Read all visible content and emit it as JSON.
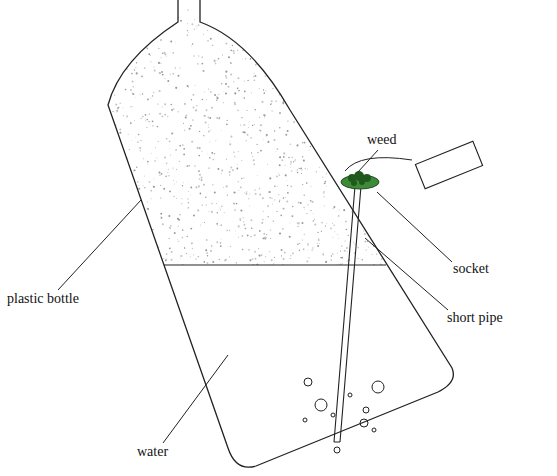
{
  "diagram": {
    "labels": [
      "weed",
      "socket",
      "short pipe",
      "plastic bottle",
      "water"
    ]
  }
}
